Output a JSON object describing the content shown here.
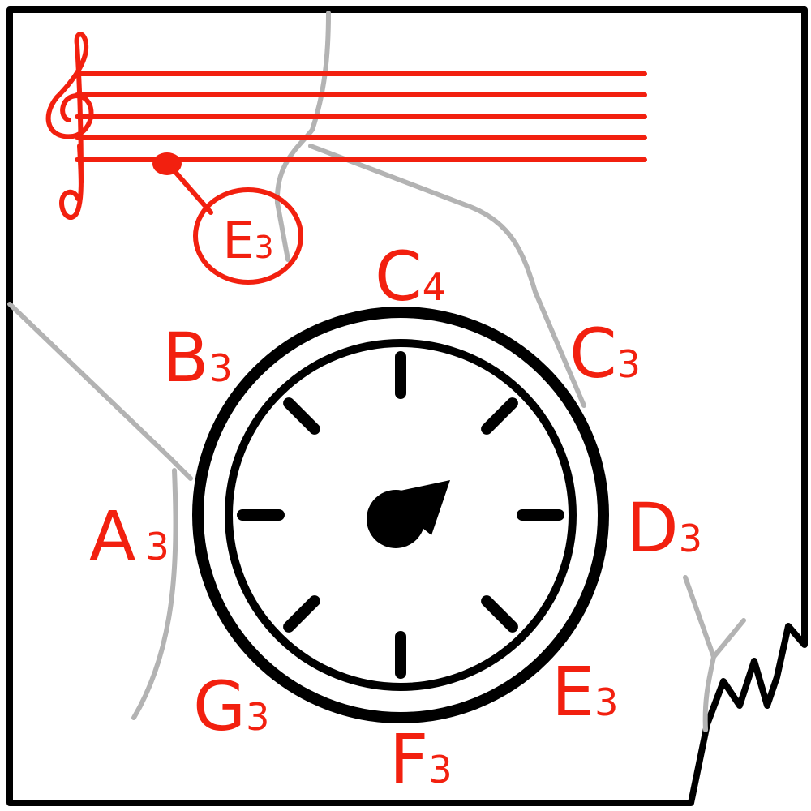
{
  "staff": {
    "clef": "treble-clef-icon",
    "marked_note": {
      "letter": "E",
      "octave": "3"
    }
  },
  "dial": {
    "notes": [
      {
        "letter": "C",
        "octave": "4"
      },
      {
        "letter": "C",
        "octave": "3"
      },
      {
        "letter": "D",
        "octave": "3"
      },
      {
        "letter": "E",
        "octave": "3"
      },
      {
        "letter": "F",
        "octave": "3"
      },
      {
        "letter": "G",
        "octave": "3"
      },
      {
        "letter": "A",
        "octave": "3"
      },
      {
        "letter": "B",
        "octave": "3"
      }
    ],
    "pointer": "needle-icon"
  },
  "colors": {
    "ink": "#f2200f",
    "outline": "#000000",
    "guide": "#b3b3b3",
    "background": "#ffffff"
  }
}
